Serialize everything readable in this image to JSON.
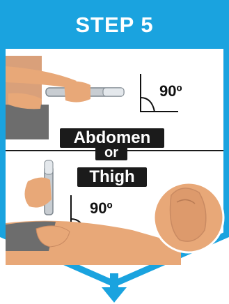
{
  "header": {
    "title": "STEP 5"
  },
  "labels": {
    "abdomen": "Abdomen",
    "or": "or",
    "thigh": "Thigh"
  },
  "angles": {
    "top": "90º",
    "bottom": "90º"
  },
  "colors": {
    "accent": "#1aa3df",
    "label_bg": "#1b1b1b",
    "skin": "#e8a878"
  }
}
